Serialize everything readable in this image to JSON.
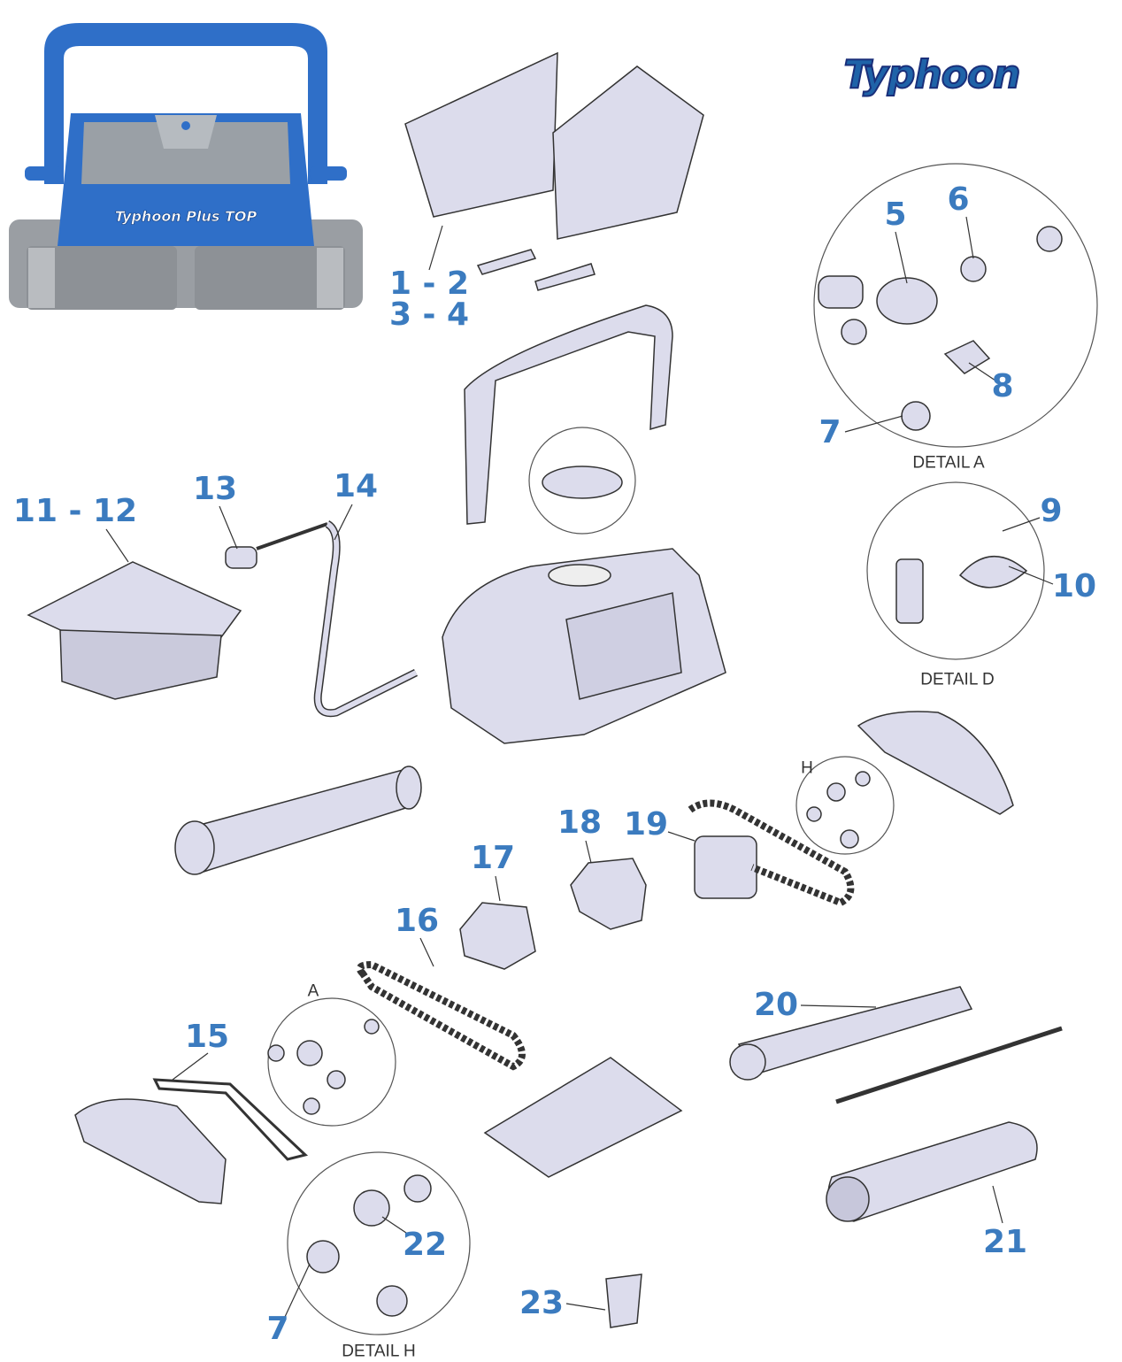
{
  "brand": {
    "logo_text": "Typhoon",
    "product_badge": "Typhoon Plus TOP"
  },
  "colors": {
    "callout": "#3b7bbf",
    "robot_blue": "#2f6fc8",
    "robot_gray": "#8d9196",
    "part_fill": "#dcdcec",
    "line": "#333333"
  },
  "callouts": {
    "c1_2": "1 - 2",
    "c3_4": "3 - 4",
    "c5": "5",
    "c6": "6",
    "c7a": "7",
    "c8": "8",
    "c9": "9",
    "c10": "10",
    "c11_12": "11 - 12",
    "c13": "13",
    "c14": "14",
    "c15": "15",
    "c16": "16",
    "c17": "17",
    "c18": "18",
    "c19": "19",
    "c20": "20",
    "c21": "21",
    "c22": "22",
    "c7h": "7",
    "c23": "23"
  },
  "details": {
    "a": "DETAIL A",
    "d": "DETAIL D",
    "h": "DETAIL H",
    "a_marker": "A",
    "h_marker": "H"
  }
}
